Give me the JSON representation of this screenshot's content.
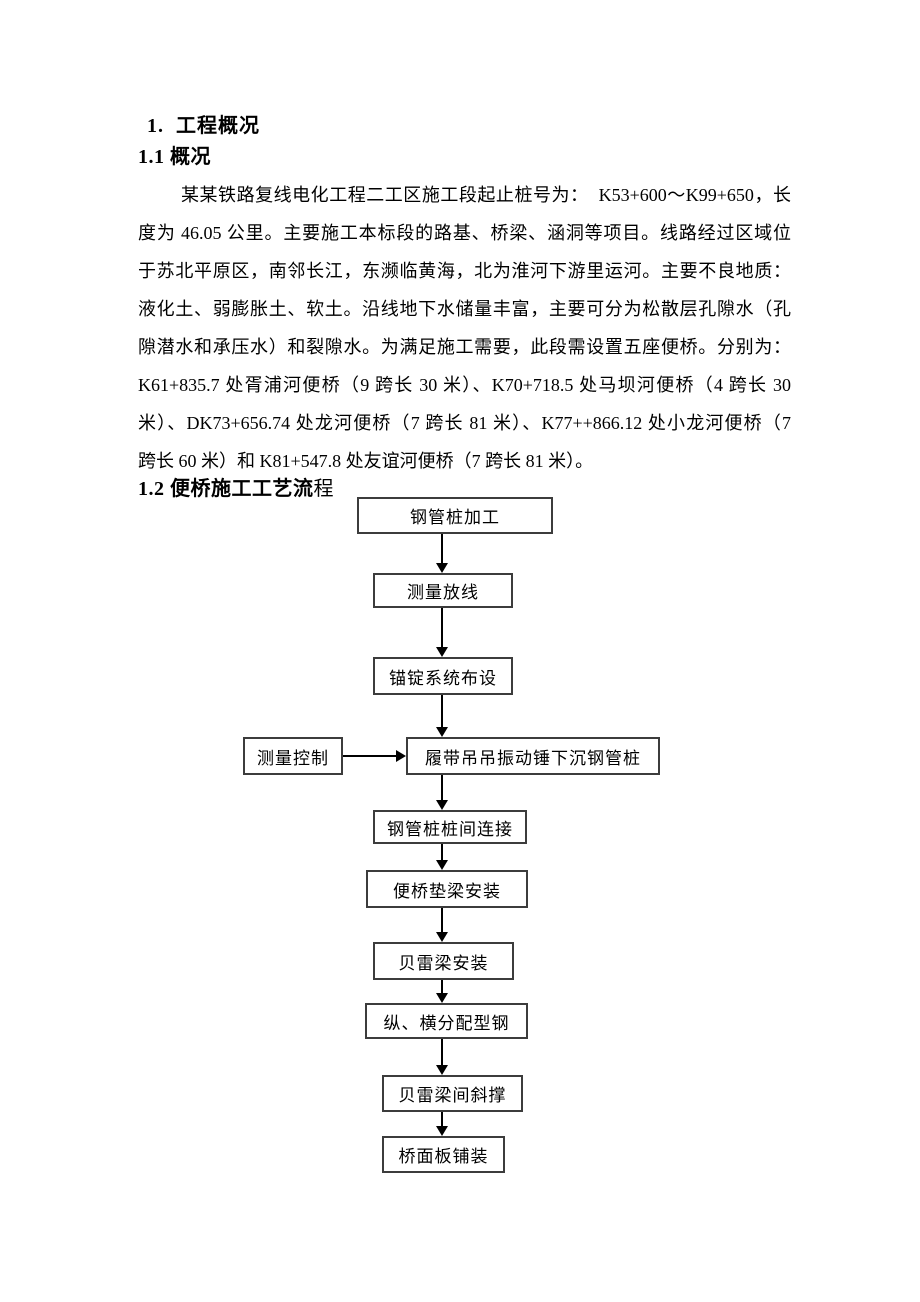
{
  "document": {
    "heading_1": "1.  工程概况",
    "heading_1_1": "1.1 概况",
    "paragraph_lines": [
      "某某铁路复线电化工程二工区施工段起止桩号为：  K53+600～K99+650，长",
      "度为 46.05 公里。主要施工本标段的路基、桥梁、涵洞等项目。线路经过区域位",
      "于苏北平原区，南邻长江，东濒临黄海，北为淮河下游里运河。主要不良地质：",
      "液化土、弱膨胀土、软土。沿线地下水储量丰富，主要可分为松散层孔隙水（孔",
      "隙潜水和承压水）和裂隙水。为满足施工需要，此段需设置五座便桥。分别为：",
      "K61+835.7 处胥浦河便桥（9 跨长 30 米）、K70+718.5 处马坝河便桥（4 跨长 30",
      "米）、DK73+656.74 处龙河便桥（7 跨长 81 米）、K77++866.12 处小龙河便桥（7",
      "跨长 60 米）和 K81+547.8 处友谊河便桥（7 跨长 81 米）。"
    ],
    "heading_1_2_bold": "1.2 便桥施工工艺流",
    "heading_1_2_tail": "程"
  },
  "flowchart": {
    "steps": [
      {
        "label": "钢管桩加工"
      },
      {
        "label": "测量放线"
      },
      {
        "label": "锚锭系统布设"
      },
      {
        "label": "履带吊吊振动锤下沉钢管桩"
      },
      {
        "label": "钢管桩桩间连接"
      },
      {
        "label": "便桥垫梁安装"
      },
      {
        "label": "贝雷梁安装"
      },
      {
        "label": "纵、横分配型钢"
      },
      {
        "label": "贝雷梁间斜撑"
      },
      {
        "label": "桥面板铺装"
      }
    ],
    "side_box_label": "测量控制"
  }
}
